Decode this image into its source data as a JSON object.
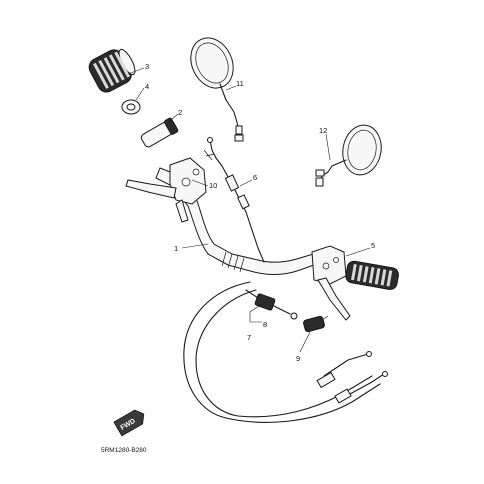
{
  "diagram": {
    "drawing_code": "5RM1280-B280",
    "direction_badge": "FWD",
    "callouts": {
      "handlebar": "1",
      "throttle_grip": "2",
      "grip": "3",
      "collar": "4",
      "right_switch": "5",
      "throttle_cable": "6",
      "clutch_cable_label": "7",
      "adjuster": "8",
      "holder": "9",
      "lever_holder": "10",
      "mirror_right": "11",
      "mirror_left": "12"
    }
  }
}
